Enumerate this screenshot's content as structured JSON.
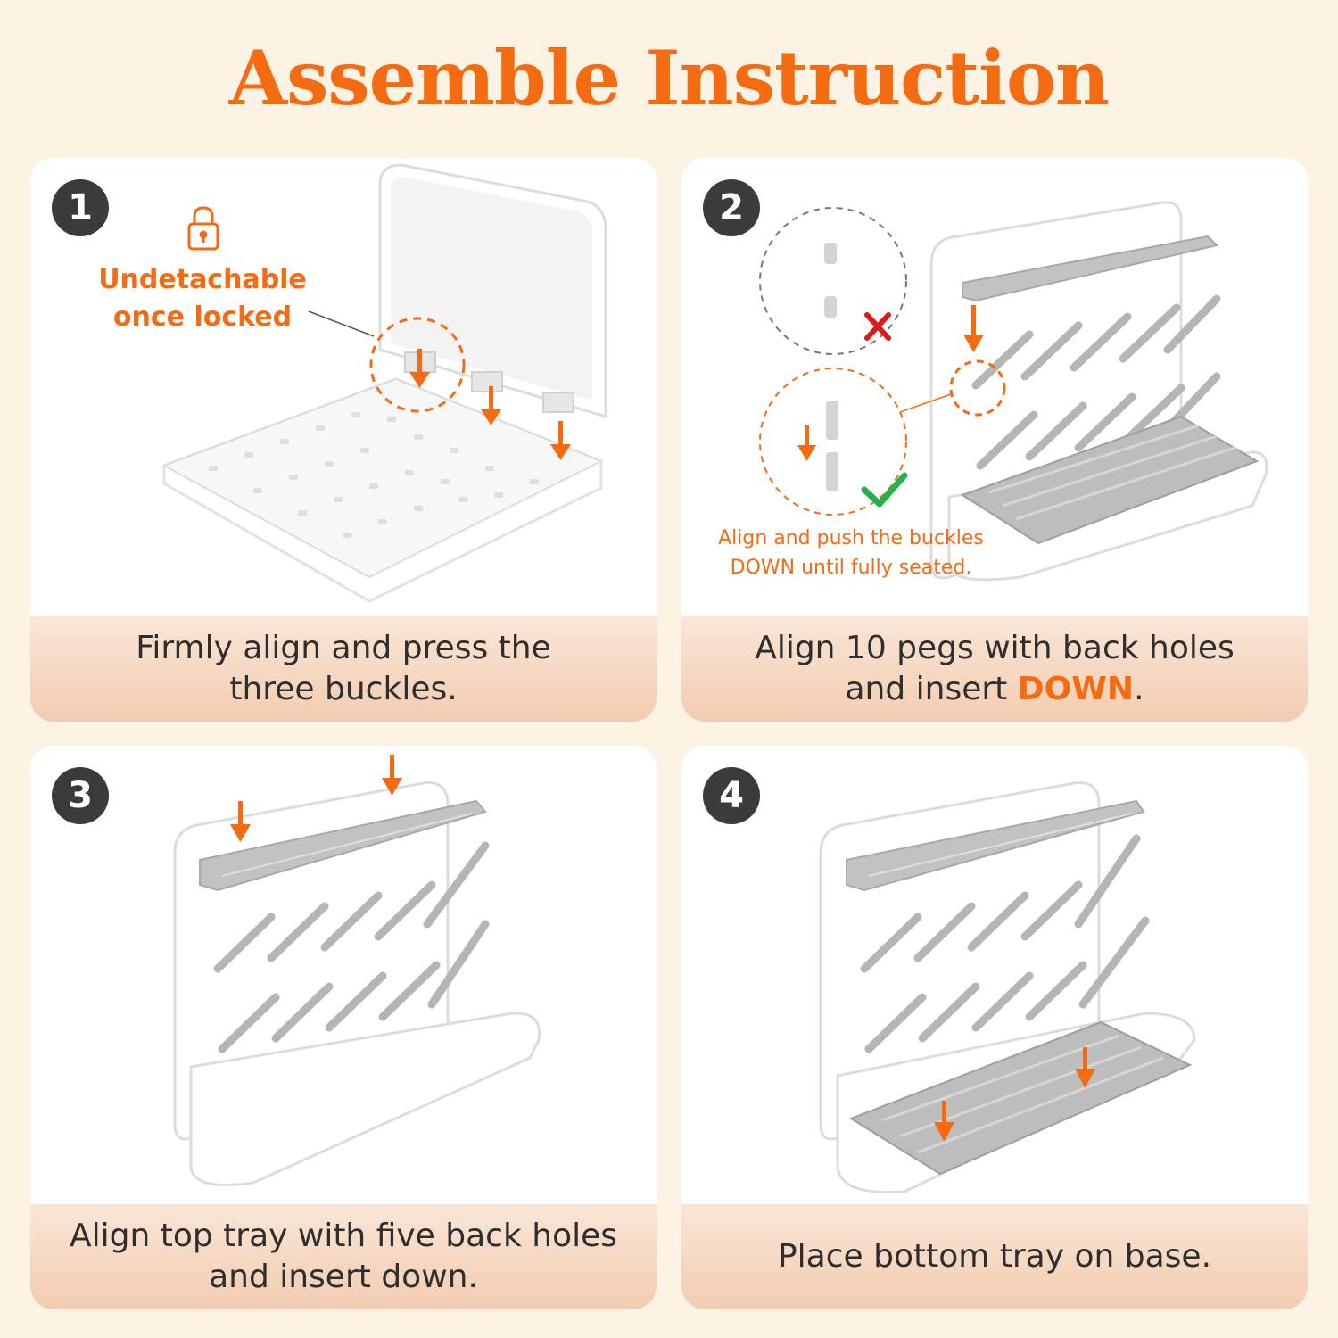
{
  "title": "Assemble Instruction",
  "colors": {
    "accent": "#f46b12",
    "badge": "#3b3b3b",
    "background": "#fdf3e5",
    "tray_gray": "#b8b8b8"
  },
  "steps": [
    {
      "number": "1",
      "caption_line1": "Firmly align and press the",
      "caption_line2": "three buckles.",
      "note_line1": "Undetachable",
      "note_line2": "once locked",
      "icon": "lock-icon"
    },
    {
      "number": "2",
      "caption_line1": "Align 10 pegs with back holes",
      "caption_line2_pre": "and insert ",
      "caption_line2_highlight": "DOWN",
      "caption_line2_post": ".",
      "note_line1": "Align and push the buckles",
      "note_line2": "DOWN until fully seated.",
      "icons": [
        "cross-icon",
        "check-icon"
      ]
    },
    {
      "number": "3",
      "caption_line1": "Align top tray with five back holes",
      "caption_line2": "and insert down."
    },
    {
      "number": "4",
      "caption_line1": "Place bottom tray on base."
    }
  ]
}
